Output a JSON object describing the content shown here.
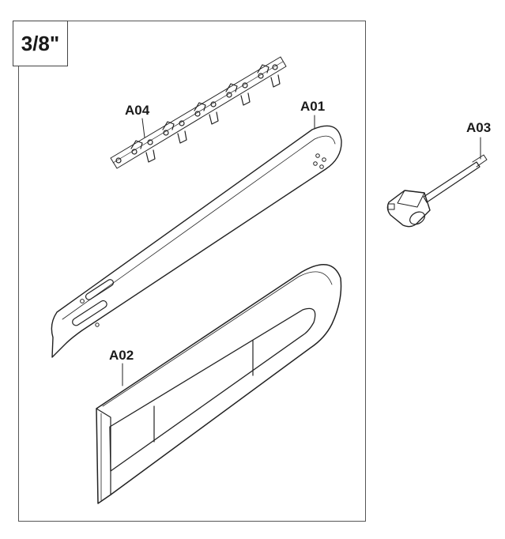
{
  "diagram": {
    "pitch_label": "3/8\"",
    "parts": [
      {
        "id": "A04",
        "icon": "saw-chain-icon"
      },
      {
        "id": "A01",
        "icon": "guide-bar-icon"
      },
      {
        "id": "A03",
        "icon": "combination-wrench-icon"
      },
      {
        "id": "A02",
        "icon": "bar-cover-icon"
      }
    ]
  }
}
